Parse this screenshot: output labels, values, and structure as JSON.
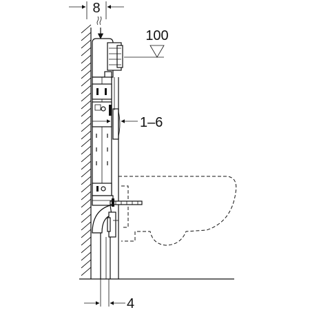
{
  "dimensions": {
    "top_gap": "8",
    "bottom_gap": "4",
    "height_mark": "100",
    "adjust_range": "1–6"
  },
  "colors": {
    "line": "#111111",
    "background": "#ffffff"
  }
}
